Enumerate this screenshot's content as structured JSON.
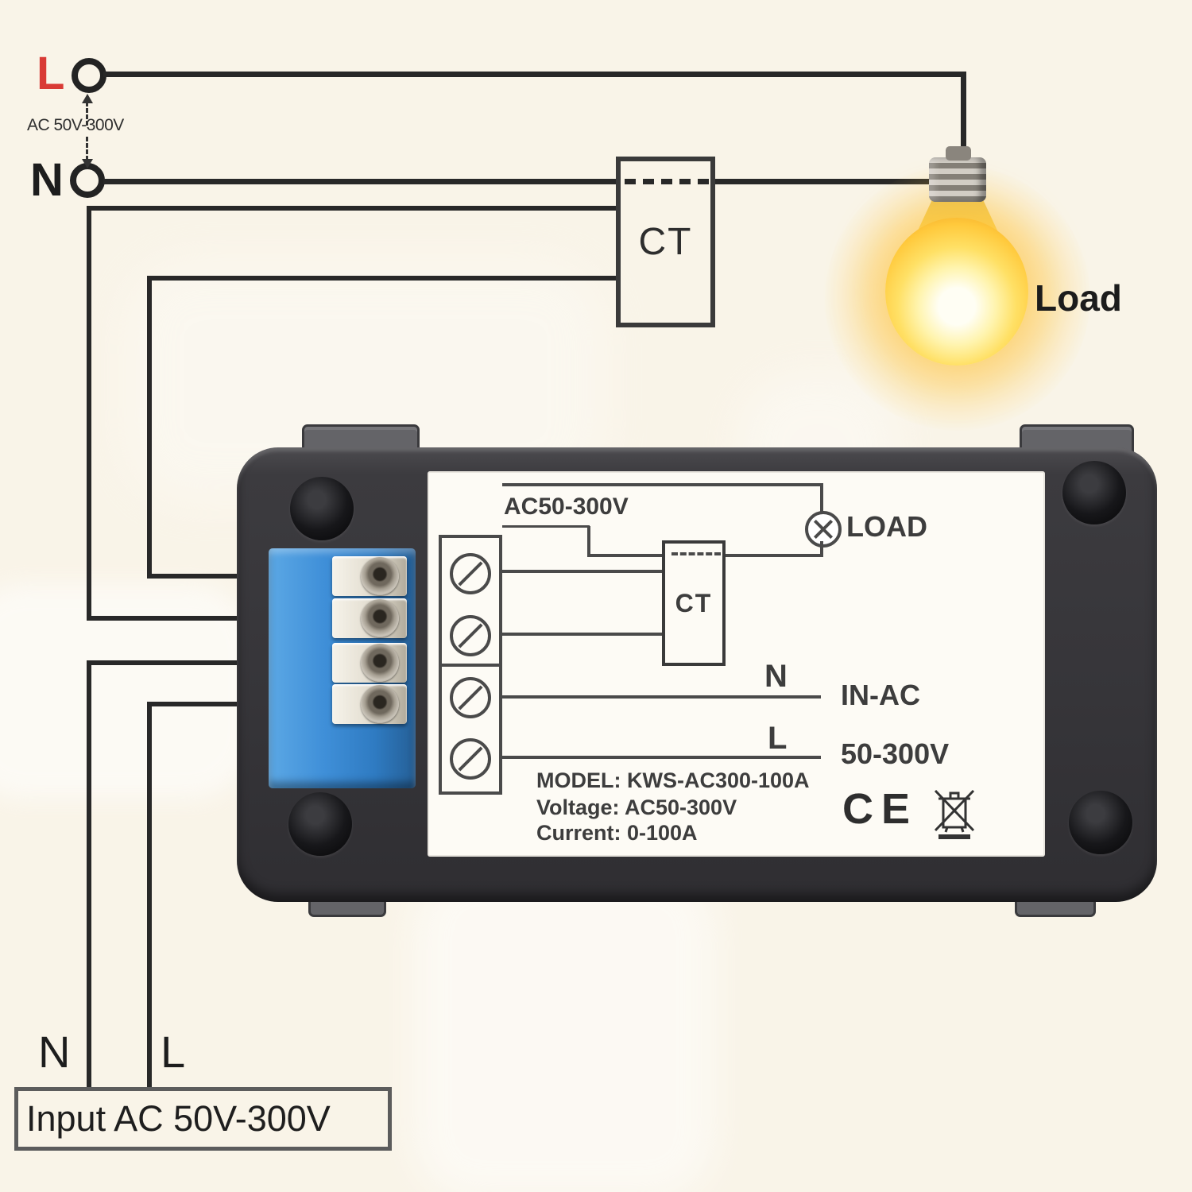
{
  "colors": {
    "background": "#F9F4E8",
    "wire": "#282828",
    "live_red": "#D93A35",
    "case_dark": "#3A393C",
    "terminal_blue": "#3E8CD6",
    "label_bg": "#FDFBF5",
    "bulb_yellow": "#FFC93C"
  },
  "mains": {
    "live": "L",
    "neutral": "N",
    "voltage_range": "AC 50V-300V"
  },
  "ct": {
    "label": "CT"
  },
  "load": {
    "label": "Load"
  },
  "meter_label": {
    "voltage_top": "AC50-300V",
    "load": "LOAD",
    "ct": "CT",
    "neutral": "N",
    "in_ac": "IN-AC",
    "live": "L",
    "voltage_range": "50-300V",
    "model_line": "MODEL: KWS-AC300-100A",
    "voltage_line": "Voltage: AC50-300V",
    "current_line": "Current: 0-100A",
    "ce_mark": "CE"
  },
  "input_source": {
    "neutral": "N",
    "live": "L",
    "caption": "Input AC 50V-300V"
  }
}
